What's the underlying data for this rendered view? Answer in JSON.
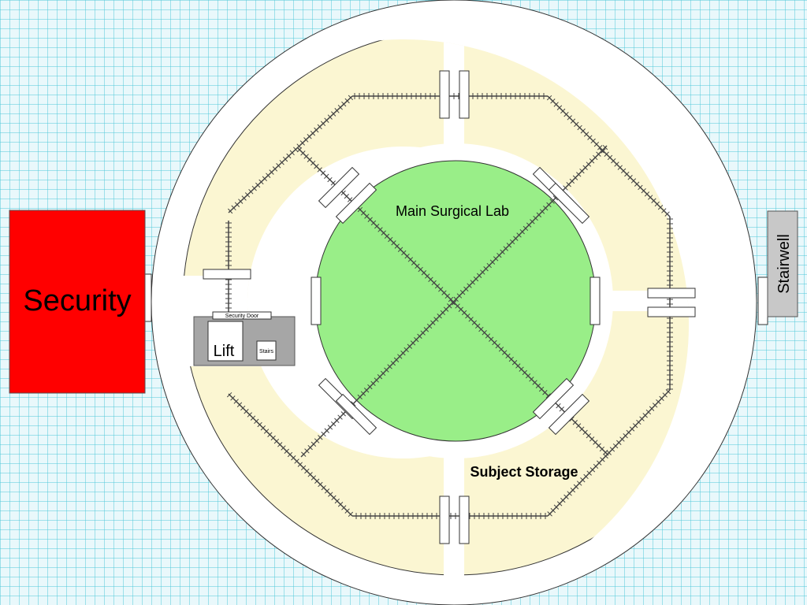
{
  "colors": {
    "grid_line": "#4fc8d8",
    "grid_background": "#e9f8fb",
    "corridor": "#ffffff",
    "room_fill": "#fbf6d2",
    "lab_fill": "#99ee88",
    "security_fill": "#ff0000",
    "lift_block_fill": "#a6a6a6",
    "stairwell_fill": "#c8c8c8",
    "track": "#444444",
    "outline": "#333333"
  },
  "labels": {
    "security": "Security",
    "stairwell": "Stairwell",
    "lab": "Main Surgical Lab",
    "storage": "Subject Storage",
    "lift": "Lift",
    "stairs": "Stairs",
    "security_door": "Security Door"
  },
  "icons": {
    "track": "railroad-track-icon",
    "door": "door-icon"
  }
}
